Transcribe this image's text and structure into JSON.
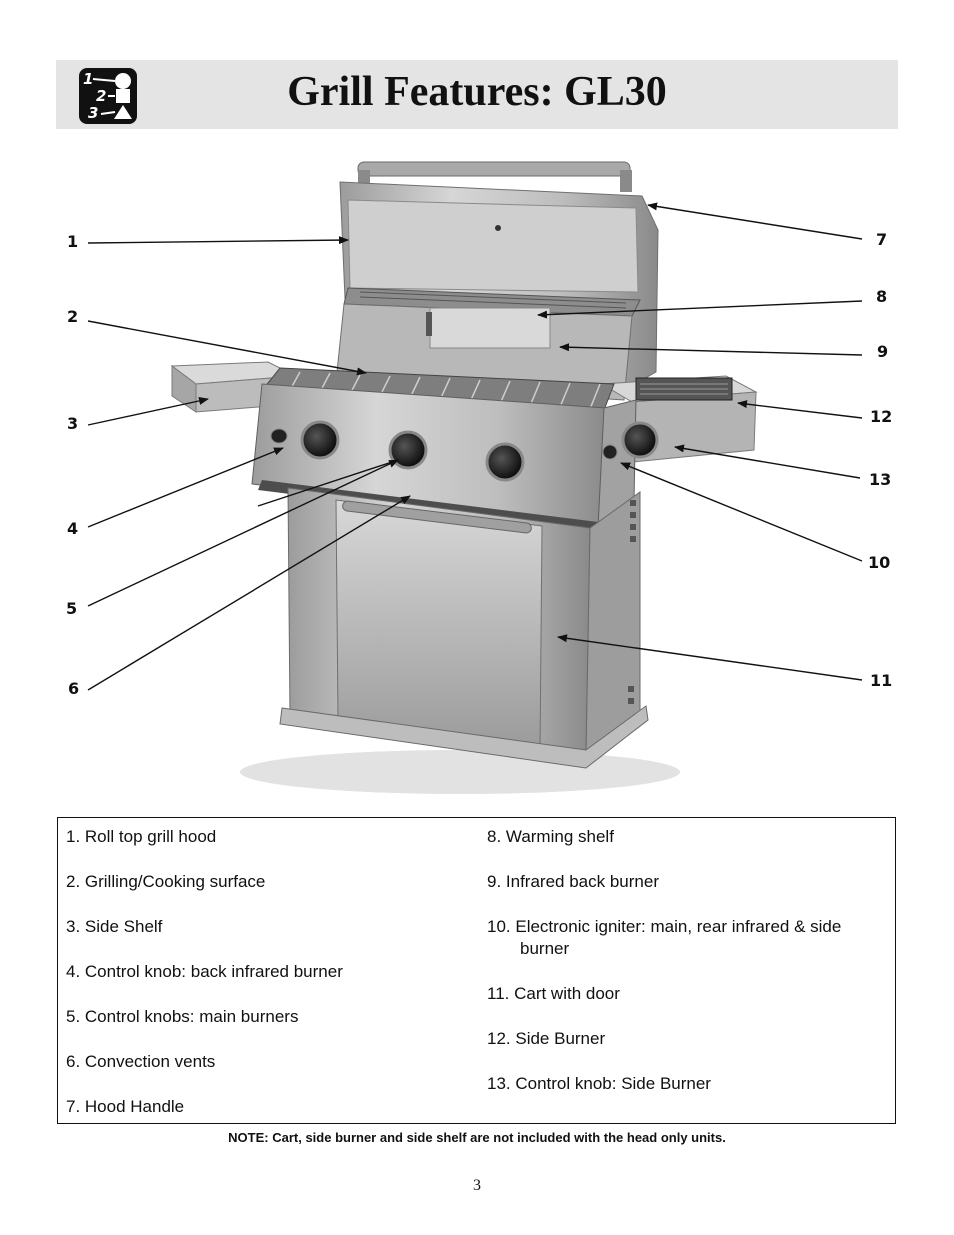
{
  "header": {
    "title": "Grill Features: GL30",
    "icon": "numbered-steps-shapes-icon",
    "icon_digits": [
      "1",
      "2",
      "3"
    ]
  },
  "figure": {
    "callouts": [
      "1",
      "2",
      "3",
      "4",
      "5",
      "6",
      "7",
      "8",
      "9",
      "12",
      "13",
      "10",
      "11"
    ]
  },
  "legend": {
    "left": [
      "1. Roll top grill hood",
      "2. Grilling/Cooking surface",
      "3. Side Shelf",
      "4. Control knob: back infrared burner",
      "5. Control knobs: main burners",
      "6. Convection vents",
      "7. Hood Handle"
    ],
    "right": [
      "8. Warming shelf",
      "9. Infrared back burner",
      "10. Electronic igniter: main, rear infrared & side burner",
      "11. Cart with door",
      "12. Side Burner",
      "13. Control knob: Side Burner"
    ]
  },
  "note": "NOTE: Cart, side burner and side shelf are not included with the head only units.",
  "page_number": "3"
}
